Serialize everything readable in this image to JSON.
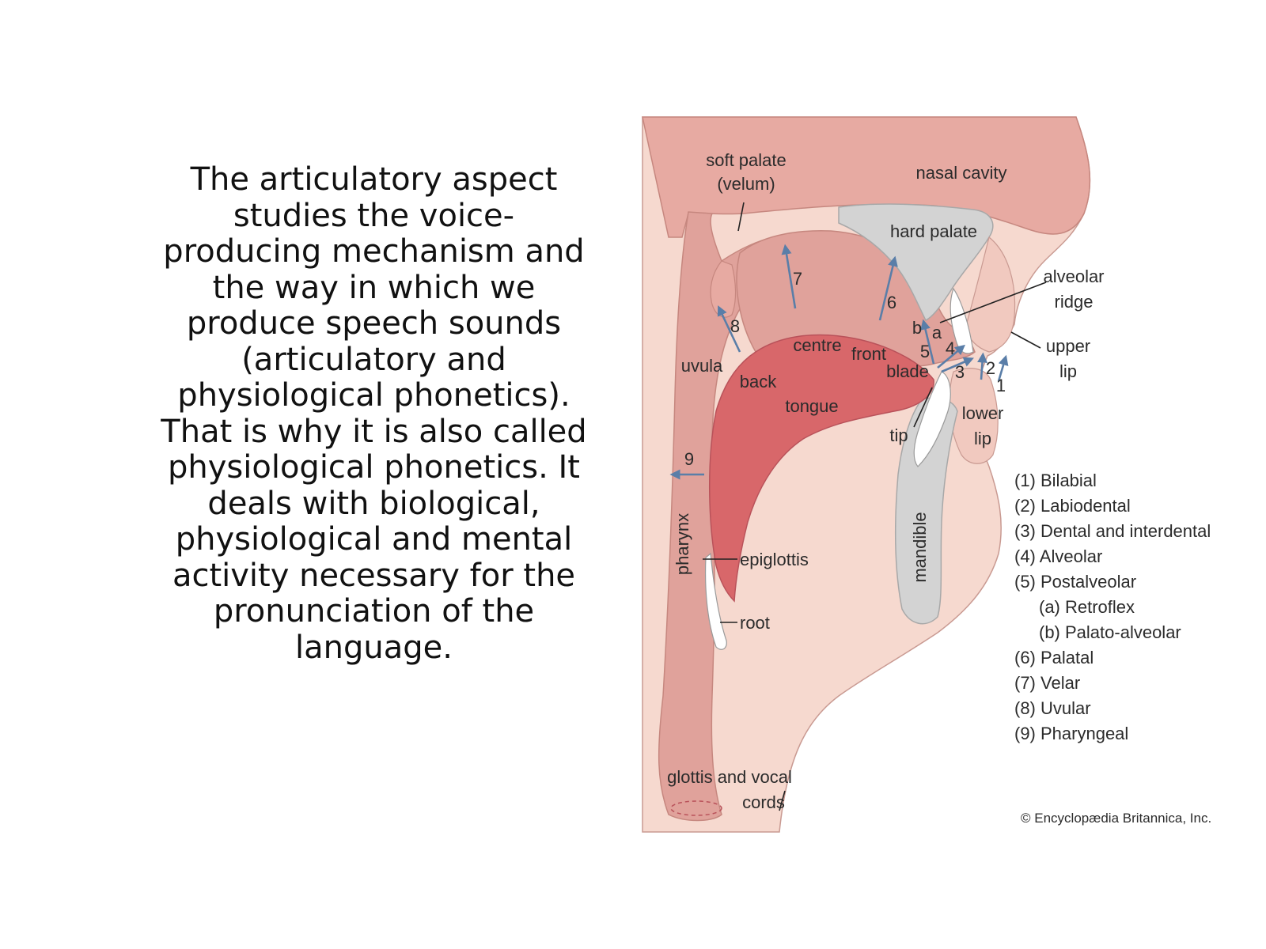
{
  "body_text": [
    "The articulatory aspect",
    "studies the voice-",
    "producing mechanism and",
    "the way in which we",
    "produce speech sounds",
    "(articulatory and",
    "physiological phonetics).",
    "That is why it is also called",
    "physiological phonetics. It",
    "deals with biological,",
    "physiological and mental",
    "activity necessary for the",
    "pronunciation of the",
    "language."
  ],
  "diagram": {
    "labels": {
      "soft_palate_1": "soft palate",
      "soft_palate_2": "(velum)",
      "nasal_cavity": "nasal cavity",
      "hard_palate": "hard palate",
      "alveolar_1": "alveolar",
      "alveolar_2": "ridge",
      "upper_lip_1": "upper",
      "upper_lip_2": "lip",
      "uvula": "uvula",
      "back": "back",
      "centre": "centre",
      "front": "front",
      "blade": "blade",
      "tongue": "tongue",
      "tip": "tip",
      "lower_lip_1": "lower",
      "lower_lip_2": "lip",
      "pharynx": "pharynx",
      "mandible": "mandible",
      "epiglottis": "epiglottis",
      "root": "root",
      "glottis_1": "glottis and vocal",
      "glottis_2": "cords"
    },
    "numbers": {
      "n1": "1",
      "n2": "2",
      "n3": "3",
      "n4": "4",
      "n5": "5",
      "n6": "6",
      "n7": "7",
      "n8": "8",
      "n9": "9",
      "na": "a",
      "nb": "b"
    },
    "legend": [
      "(1)  Bilabial",
      "(2)  Labiodental",
      "(3)  Dental and interdental",
      "(4)  Alveolar",
      "(5)  Postalveolar",
      "(a) Retroflex",
      "(b) Palato-alveolar",
      "(6)  Palatal",
      "(7)  Velar",
      "(8)  Uvular",
      "(9)  Pharyngeal"
    ],
    "copyright": "© Encyclopædia Britannica, Inc.",
    "colors": {
      "background_tissue": "#f6d9cf",
      "airway": "#e0a29b",
      "tongue": "#d8676a",
      "bone": "#d3d3d3",
      "arrows": "#5a7ea8"
    }
  }
}
